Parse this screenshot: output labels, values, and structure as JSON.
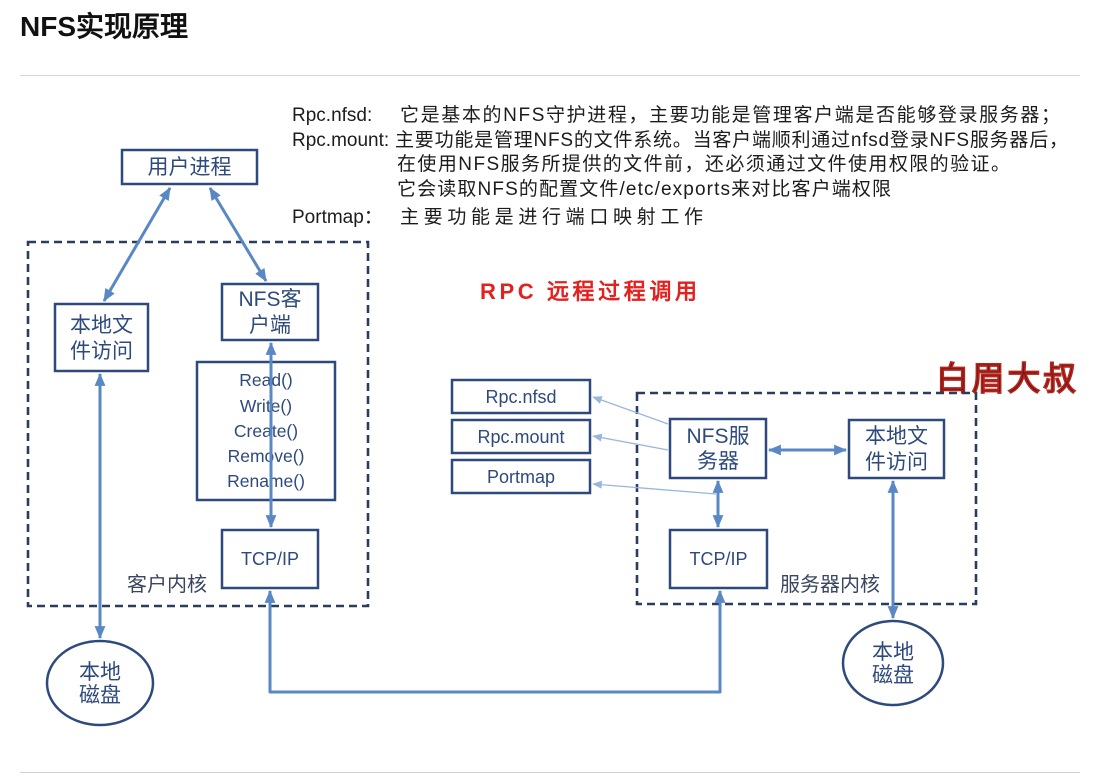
{
  "page": {
    "title": "NFS实现原理"
  },
  "notes": {
    "rpc_nfsd": {
      "label": "Rpc.nfsd:",
      "text": "它是基本的NFS守护进程，主要功能是管理客户端是否能够登录服务器；"
    },
    "rpc_mount": {
      "label": "Rpc.mount:",
      "lines": [
        "主要功能是管理NFS的文件系统。当客户端顺利通过nfsd登录NFS服务器后，",
        "在使用NFS服务所提供的文件前，还必须通过文件使用权限的验证。",
        "它会读取NFS的配置文件/etc/exports来对比客户端权限"
      ]
    },
    "portmap": {
      "label": "Portmap：",
      "text": "主要功能是进行端口映射工作"
    }
  },
  "rpc_heading": "RPC 远程过程调用",
  "watermark": "白眉大叔",
  "client": {
    "user_process": "用户进程",
    "local_file_access": [
      "本地文",
      "件访问"
    ],
    "nfs_client": [
      "NFS客",
      "户端"
    ],
    "operations": [
      "Read()",
      "Write()",
      "Create()",
      "Remove()",
      "Rename()"
    ],
    "tcp_ip": "TCP/IP",
    "kernel_label": "客户内核",
    "local_disk": [
      "本地",
      "磁盘"
    ]
  },
  "server": {
    "rpc_services": [
      "Rpc.nfsd",
      "Rpc.mount",
      "Portmap"
    ],
    "nfs_server": [
      "NFS服",
      "务器"
    ],
    "local_file_access": [
      "本地文",
      "件访问"
    ],
    "tcp_ip": "TCP/IP",
    "kernel_label": "服务器内核",
    "local_disk": [
      "本地",
      "磁盘"
    ]
  },
  "colors": {
    "box_border": "#2e4a7d",
    "box_text": "#2e4a7d",
    "arrow": "#5a88c4",
    "thin_arrow": "#9bb6dc",
    "dashed_border": "#2b3d5c",
    "heading_red": "#e3211e",
    "watermark": "#6e1212",
    "note_text": "#1c1c1c",
    "kernel_label": "#3a4660"
  }
}
